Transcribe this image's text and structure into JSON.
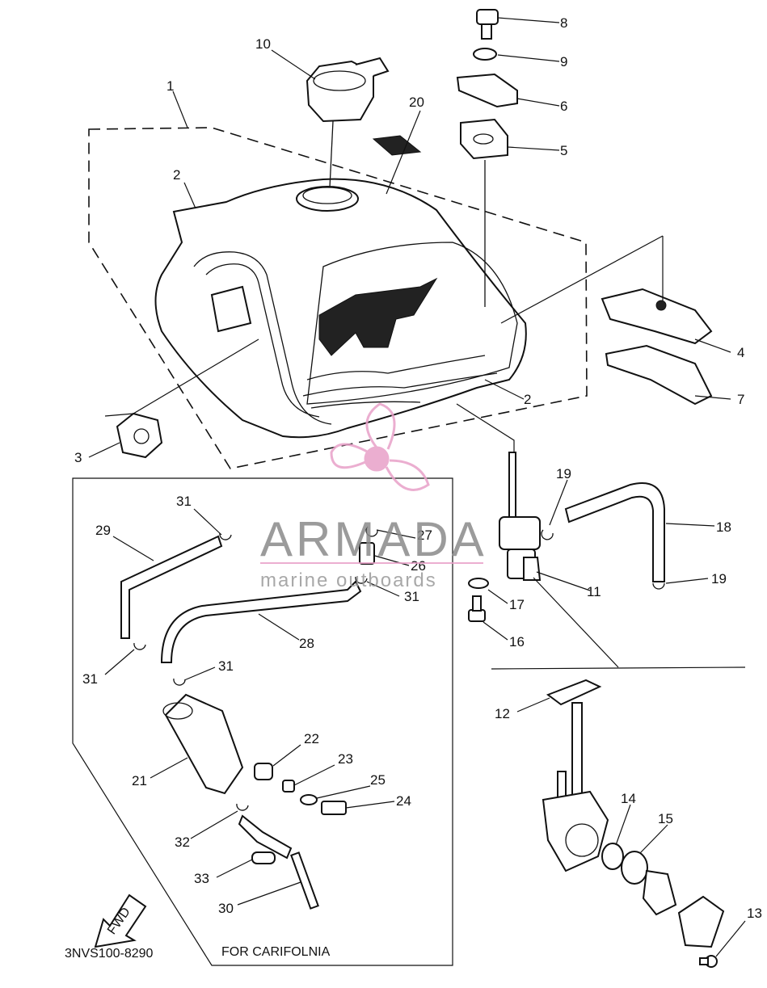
{
  "diagram": {
    "part_numbers": [
      "1",
      "2",
      "2",
      "3",
      "4",
      "5",
      "6",
      "7",
      "8",
      "9",
      "10",
      "11",
      "12",
      "13",
      "14",
      "15",
      "16",
      "17",
      "18",
      "19",
      "19",
      "20",
      "21",
      "22",
      "23",
      "24",
      "25",
      "26",
      "27",
      "28",
      "29",
      "30",
      "31",
      "31",
      "31",
      "31",
      "32",
      "33"
    ],
    "drawing_code": "3NVS100-8290",
    "region_note": "FOR CARIFOLNIA",
    "direction_label": "FWD"
  },
  "watermark": {
    "brand": "ARMADA",
    "tagline": "marine outboards",
    "color": "#e8a0c8"
  }
}
